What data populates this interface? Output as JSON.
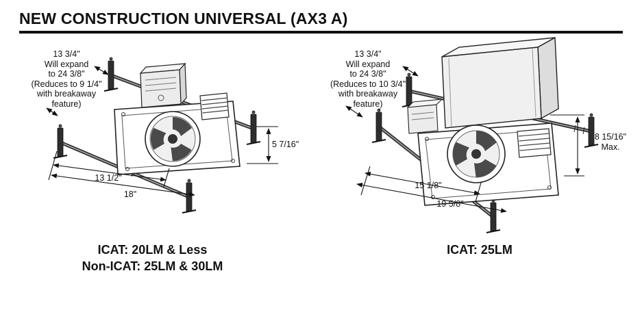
{
  "title": "NEW CONSTRUCTION UNIVERSAL (AX3 A)",
  "colors": {
    "line": "#111111",
    "background": "#ffffff"
  },
  "diagrams": {
    "left": {
      "expansion_note": [
        "13 3/4\"",
        "Will expand",
        "to 24 3/8\"",
        "(Reduces to 9 1/4\"",
        "with breakaway",
        "feature)"
      ],
      "dims": {
        "height": "5 7/16\"",
        "width_inner": "13 1/2\"",
        "width_outer": "18\""
      },
      "caption": [
        "ICAT: 20LM & Less",
        "Non-ICAT: 25LM & 30LM"
      ]
    },
    "right": {
      "expansion_note": [
        "13 3/4\"",
        "Will expand",
        "to 24 3/8\"",
        "(Reduces to 10 3/4\"",
        "with breakaway",
        "feature)"
      ],
      "dims": {
        "height": "8 15/16\"",
        "height_note": "Max.",
        "width_inner": "15 1/8\"",
        "width_outer": "19 5/8\""
      },
      "caption": [
        "ICAT: 25LM"
      ]
    }
  }
}
